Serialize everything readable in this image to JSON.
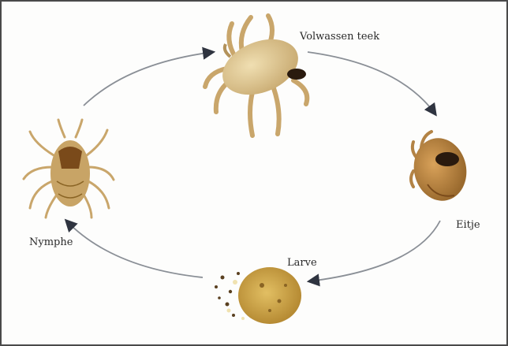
{
  "stages": {
    "adult": {
      "label": "Volwassen teek"
    },
    "egg": {
      "label": "Eitje"
    },
    "larva": {
      "label": "Larve"
    },
    "nymph": {
      "label": "Nymphe"
    }
  },
  "colors": {
    "arrow": "#8a8f96",
    "tick_body": "#d9c28e",
    "tick_dark": "#7a4a1a",
    "legs": "#c9a66b",
    "egg": "#b98a45",
    "larva": "#c9a23e"
  }
}
